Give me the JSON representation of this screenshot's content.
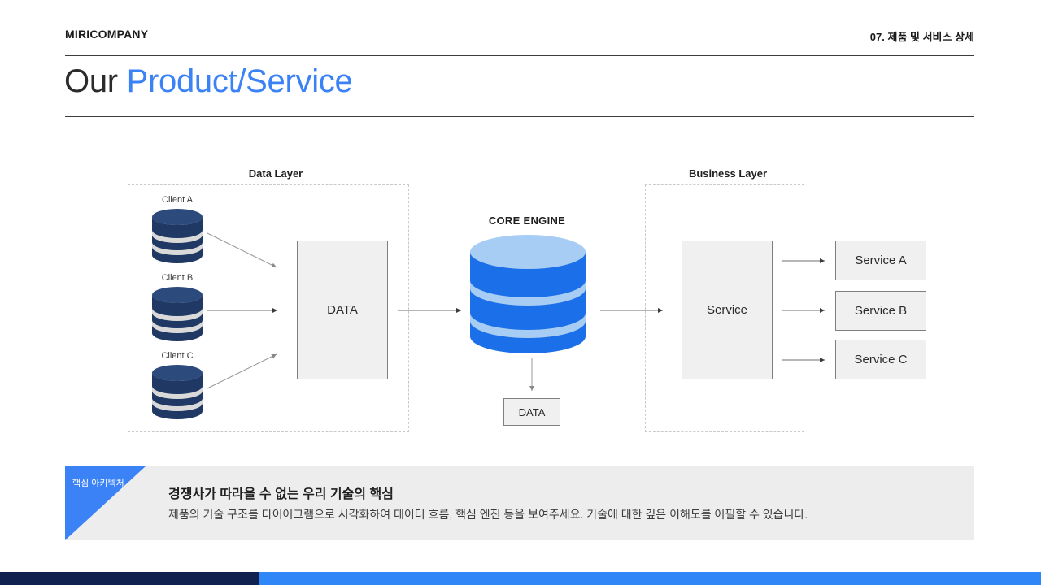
{
  "header": {
    "company": "MIRICOMPANY",
    "section": "07. 제품 및 서비스 상세"
  },
  "title": {
    "plain": "Our ",
    "accent": "Product/Service"
  },
  "diagram": {
    "data_layer": {
      "title": "Data Layer",
      "clients": [
        {
          "label": "Client A"
        },
        {
          "label": "Client B"
        },
        {
          "label": "Client C"
        }
      ],
      "store_label": "DATA"
    },
    "core": {
      "title": "CORE ENGINE",
      "output_label": "DATA"
    },
    "business_layer": {
      "title": "Business Layer",
      "service_label": "Service",
      "outputs": [
        {
          "label": "Service A"
        },
        {
          "label": "Service B"
        },
        {
          "label": "Service C"
        }
      ]
    }
  },
  "caption": {
    "badge": "핵심 아키텍처",
    "heading": "경쟁사가 따라올 수 없는 우리 기술의 핵심",
    "description": "제품의 기술 구조를 다이어그램으로 시각화하여 데이터 흐름, 핵심 엔진 등을 보여주세요. 기술에 대한 깊은 이해도를 어필할 수 있습니다."
  },
  "colors": {
    "accent_blue": "#3b82f6",
    "core_cylinder": "#1b6fe8",
    "core_cylinder_light": "#a8cdf5",
    "client_cylinder": "#1f3864",
    "client_cylinder_band": "#d9d9d9",
    "box_fill": "#f0f0f0",
    "box_border": "#7f7f7f",
    "layer_dash": "#c9c9c9",
    "footer_dark": "#10204f",
    "footer_blue": "#2f86f6",
    "caption_bg": "#ededed"
  }
}
